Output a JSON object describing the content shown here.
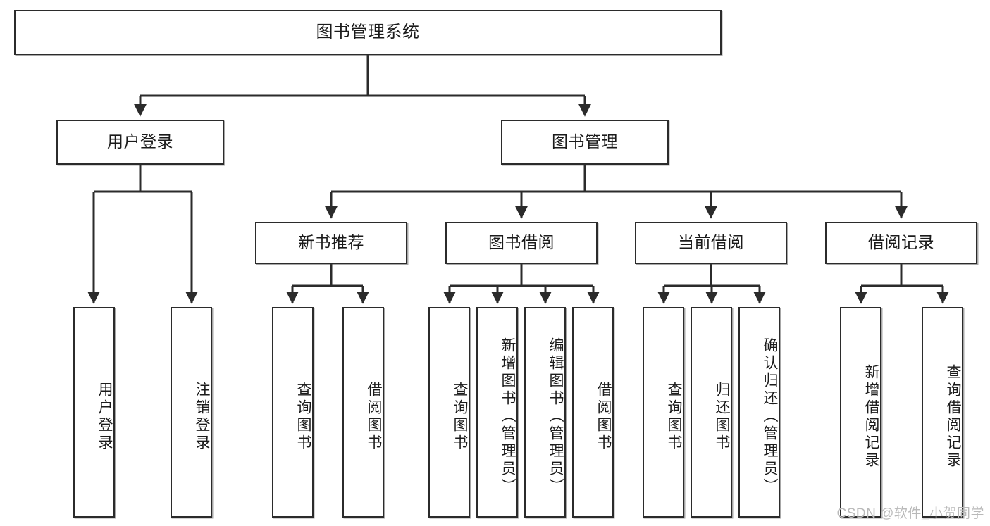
{
  "diagram": {
    "type": "tree",
    "title": "图书管理系统",
    "watermark": "CSDN @软件_小贺同学",
    "colors": {
      "box_border": "#2b2b2b",
      "box_fill": "#ffffff",
      "edge": "#2b2b2b",
      "text": "#1b1b1b",
      "watermark": "#b9b9b9",
      "background": "#ffffff"
    },
    "levels": {
      "root": {
        "label": "图书管理系统"
      },
      "level2": [
        {
          "id": "user-login",
          "label": "用户登录"
        },
        {
          "id": "book-management",
          "label": "图书管理"
        }
      ],
      "level3": [
        {
          "id": "new-book-recommend",
          "label": "新书推荐",
          "parent": "book-management"
        },
        {
          "id": "book-borrow",
          "label": "图书借阅",
          "parent": "book-management"
        },
        {
          "id": "current-borrow",
          "label": "当前借阅",
          "parent": "book-management"
        },
        {
          "id": "borrow-record",
          "label": "借阅记录",
          "parent": "book-management"
        }
      ],
      "leaves": [
        {
          "id": "leaf-user-login",
          "label": "用户登录",
          "parent": "user-login"
        },
        {
          "id": "leaf-logout",
          "label": "注销登录",
          "parent": "user-login"
        },
        {
          "id": "leaf-query-book-1",
          "label": "查询图书",
          "parent": "new-book-recommend"
        },
        {
          "id": "leaf-borrow-book-1",
          "label": "借阅图书",
          "parent": "new-book-recommend"
        },
        {
          "id": "leaf-query-book-2",
          "label": "查询图书",
          "parent": "book-borrow"
        },
        {
          "id": "leaf-add-book",
          "label": "新增图书（管理员）",
          "parent": "book-borrow"
        },
        {
          "id": "leaf-edit-book",
          "label": "编辑图书（管理员）",
          "parent": "book-borrow"
        },
        {
          "id": "leaf-borrow-book-2",
          "label": "借阅图书",
          "parent": "book-borrow"
        },
        {
          "id": "leaf-query-book-3",
          "label": "查询图书",
          "parent": "current-borrow"
        },
        {
          "id": "leaf-return-book",
          "label": "归还图书",
          "parent": "current-borrow"
        },
        {
          "id": "leaf-confirm-return",
          "label": "确认归还（管理员）",
          "parent": "current-borrow"
        },
        {
          "id": "leaf-add-record",
          "label": "新增借阅记录",
          "parent": "borrow-record"
        },
        {
          "id": "leaf-query-record",
          "label": "查询借阅记录",
          "parent": "borrow-record"
        }
      ]
    }
  }
}
